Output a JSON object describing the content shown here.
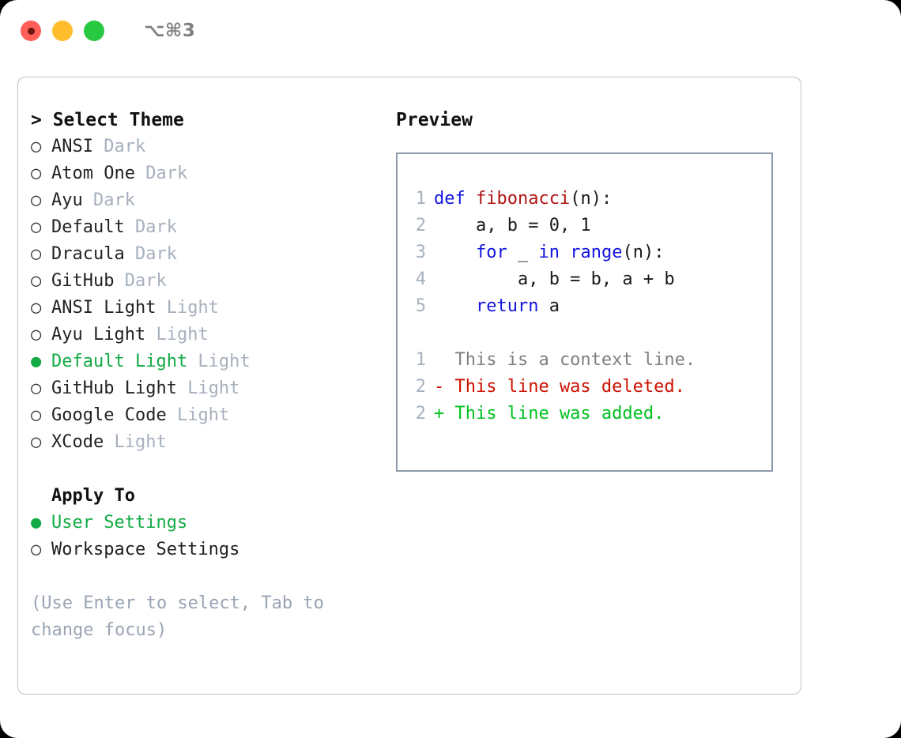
{
  "titlebar": {
    "shortcut": "⌥⌘3",
    "buttons": [
      {
        "name": "close",
        "color": "#ff5f57"
      },
      {
        "name": "minimize",
        "color": "#ffbd2e"
      },
      {
        "name": "maximize",
        "color": "#28c840"
      }
    ]
  },
  "theme_picker": {
    "heading": "> Select Theme",
    "marker_unselected": "○",
    "marker_selected": "●",
    "items": [
      {
        "label": "ANSI",
        "tag": "Dark",
        "selected": false
      },
      {
        "label": "Atom One",
        "tag": "Dark",
        "selected": false
      },
      {
        "label": "Ayu",
        "tag": "Dark",
        "selected": false
      },
      {
        "label": "Default",
        "tag": "Dark",
        "selected": false
      },
      {
        "label": "Dracula",
        "tag": "Dark",
        "selected": false
      },
      {
        "label": "GitHub",
        "tag": "Dark",
        "selected": false
      },
      {
        "label": "ANSI Light",
        "tag": "Light",
        "selected": false
      },
      {
        "label": "Ayu Light",
        "tag": "Light",
        "selected": false
      },
      {
        "label": "Default Light",
        "tag": "Light",
        "selected": true
      },
      {
        "label": "GitHub Light",
        "tag": "Light",
        "selected": false
      },
      {
        "label": "Google Code",
        "tag": "Light",
        "selected": false
      },
      {
        "label": "XCode",
        "tag": "Light",
        "selected": false
      }
    ]
  },
  "apply_to": {
    "heading": "Apply To",
    "items": [
      {
        "label": "User Settings",
        "selected": true
      },
      {
        "label": "Workspace Settings",
        "selected": false
      }
    ]
  },
  "hint": "(Use Enter to select, Tab to change focus)",
  "preview": {
    "title": "Preview",
    "code_lines": [
      {
        "num": "1",
        "segments": [
          {
            "text": "def ",
            "type": "keyword"
          },
          {
            "text": "fibonacci",
            "type": "function"
          },
          {
            "text": "(n):",
            "type": "plain"
          }
        ]
      },
      {
        "num": "2",
        "segments": [
          {
            "text": "    a, b = 0, 1",
            "type": "plain"
          }
        ]
      },
      {
        "num": "3",
        "segments": [
          {
            "text": "    ",
            "type": "plain"
          },
          {
            "text": "for",
            "type": "keyword"
          },
          {
            "text": " _ ",
            "type": "plain"
          },
          {
            "text": "in",
            "type": "keyword"
          },
          {
            "text": " ",
            "type": "plain"
          },
          {
            "text": "range",
            "type": "keyword"
          },
          {
            "text": "(n):",
            "type": "plain"
          }
        ]
      },
      {
        "num": "4",
        "segments": [
          {
            "text": "        a, b = b, a + b",
            "type": "plain"
          }
        ]
      },
      {
        "num": "5",
        "segments": [
          {
            "text": "    ",
            "type": "plain"
          },
          {
            "text": "return",
            "type": "keyword"
          },
          {
            "text": " a",
            "type": "plain"
          }
        ]
      }
    ],
    "diff_lines": [
      {
        "num": "1",
        "text": "  This is a context line.",
        "type": "context"
      },
      {
        "num": "2",
        "text": "- This line was deleted.",
        "type": "deleted"
      },
      {
        "num": "2",
        "text": "+ This line was added.",
        "type": "added"
      }
    ]
  },
  "colors": {
    "selected_green": "#12ab45",
    "tag_gray": "#a7b0bd",
    "hint_gray": "#9aa4b4",
    "keyword_blue": "#1414e0",
    "function_red": "#b01414",
    "diff_deleted": "#cc1100",
    "diff_added": "#00c221",
    "diff_context": "#808080",
    "panel_border": "#8e9aab",
    "window_border": "#b9c0cb"
  }
}
